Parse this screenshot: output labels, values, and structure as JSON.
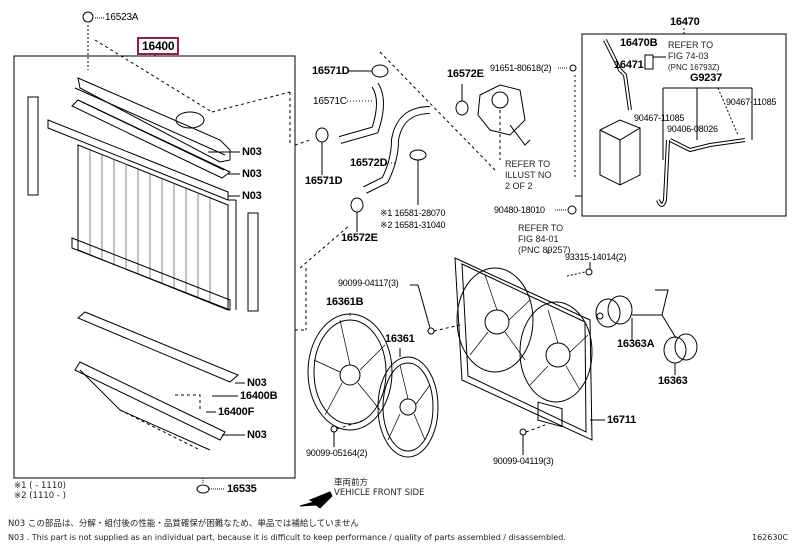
{
  "highlight_color": "#9b1c3c",
  "main_assembly": {
    "part_no": "16400"
  },
  "radiator_section": {
    "cap": "16523A",
    "seals": [
      "N03",
      "N03",
      "N03",
      "N03",
      "N03"
    ],
    "drain_plug": "16400B",
    "drain_oring": "16400F",
    "lower_support": "16535"
  },
  "hoses": {
    "clamp_upper": "16571D",
    "hose_upper": "16571C",
    "clamp_lower_left": "16571D",
    "hose_lower": "16572D",
    "clamp_lower": "16572E",
    "clamp_engine": "16572E",
    "bolt_outlet": "91651-80618(2)",
    "refer_illust": [
      "REFER TO",
      "ILLUST NO",
      "2 OF 2"
    ],
    "pipe_variants": [
      "※1 16581-28070",
      "※2 16581-31040"
    ]
  },
  "reservoir": {
    "assembly": "16470",
    "cap": "16470B",
    "hose": "16471",
    "refer": [
      "REFER TO",
      "FIG 74-03",
      "(PNC 16793Z)"
    ],
    "group": "G9237",
    "clamp_a": "90467-11085",
    "clamp_b": "90467-11085",
    "grommet": "90406-08026",
    "bolt": "90480-18010"
  },
  "fan_section": {
    "fan_a": "16361B",
    "fan_b": "16361",
    "screw_top": "90099-04117(3)",
    "screw_bottom_left": "90099-05164(2)",
    "screw_bottom_right": "90099-04119(3)",
    "shroud": "16711",
    "motor_a": "16363A",
    "motor_b": "16363",
    "relay_bolt": "93315-14014(2)",
    "refer": [
      "REFER TO",
      "FIG 84-01",
      "(PNC 89257)"
    ]
  },
  "legend": {
    "variant_1": "※1 (      - 1110)",
    "variant_2": "※2 (1110 -      )",
    "direction_jp": "車両前方",
    "direction_en": "VEHICLE FRONT SIDE"
  },
  "footer": {
    "note_jp": "N03  この部品は、分解・組付後の性能・品質確保が困難なため、単品では補給していません",
    "note_en": "N03 . This part is not supplied as an individual part, because it is difficult to keep performance / quality of parts assembled / disassembled.",
    "figure_id": "162630C"
  }
}
